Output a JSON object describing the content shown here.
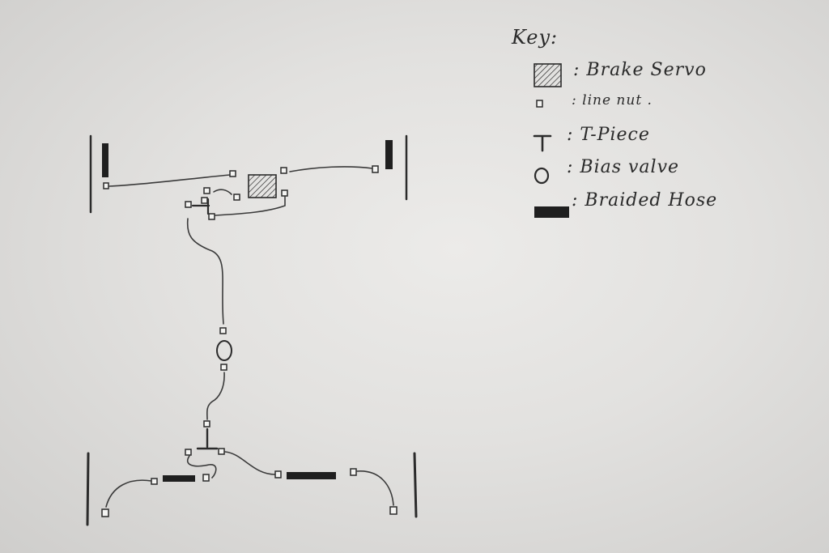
{
  "key": {
    "title": "Key:",
    "entries": [
      {
        "symbol": "hatched-square",
        "label": ": Brake Servo"
      },
      {
        "symbol": "small-square",
        "label": ": line nut ."
      },
      {
        "symbol": "T",
        "label": ": T-Piece"
      },
      {
        "symbol": "O",
        "label": ": Bias valve"
      },
      {
        "symbol": "braided-hose",
        "label": ": Braided Hose"
      }
    ]
  }
}
